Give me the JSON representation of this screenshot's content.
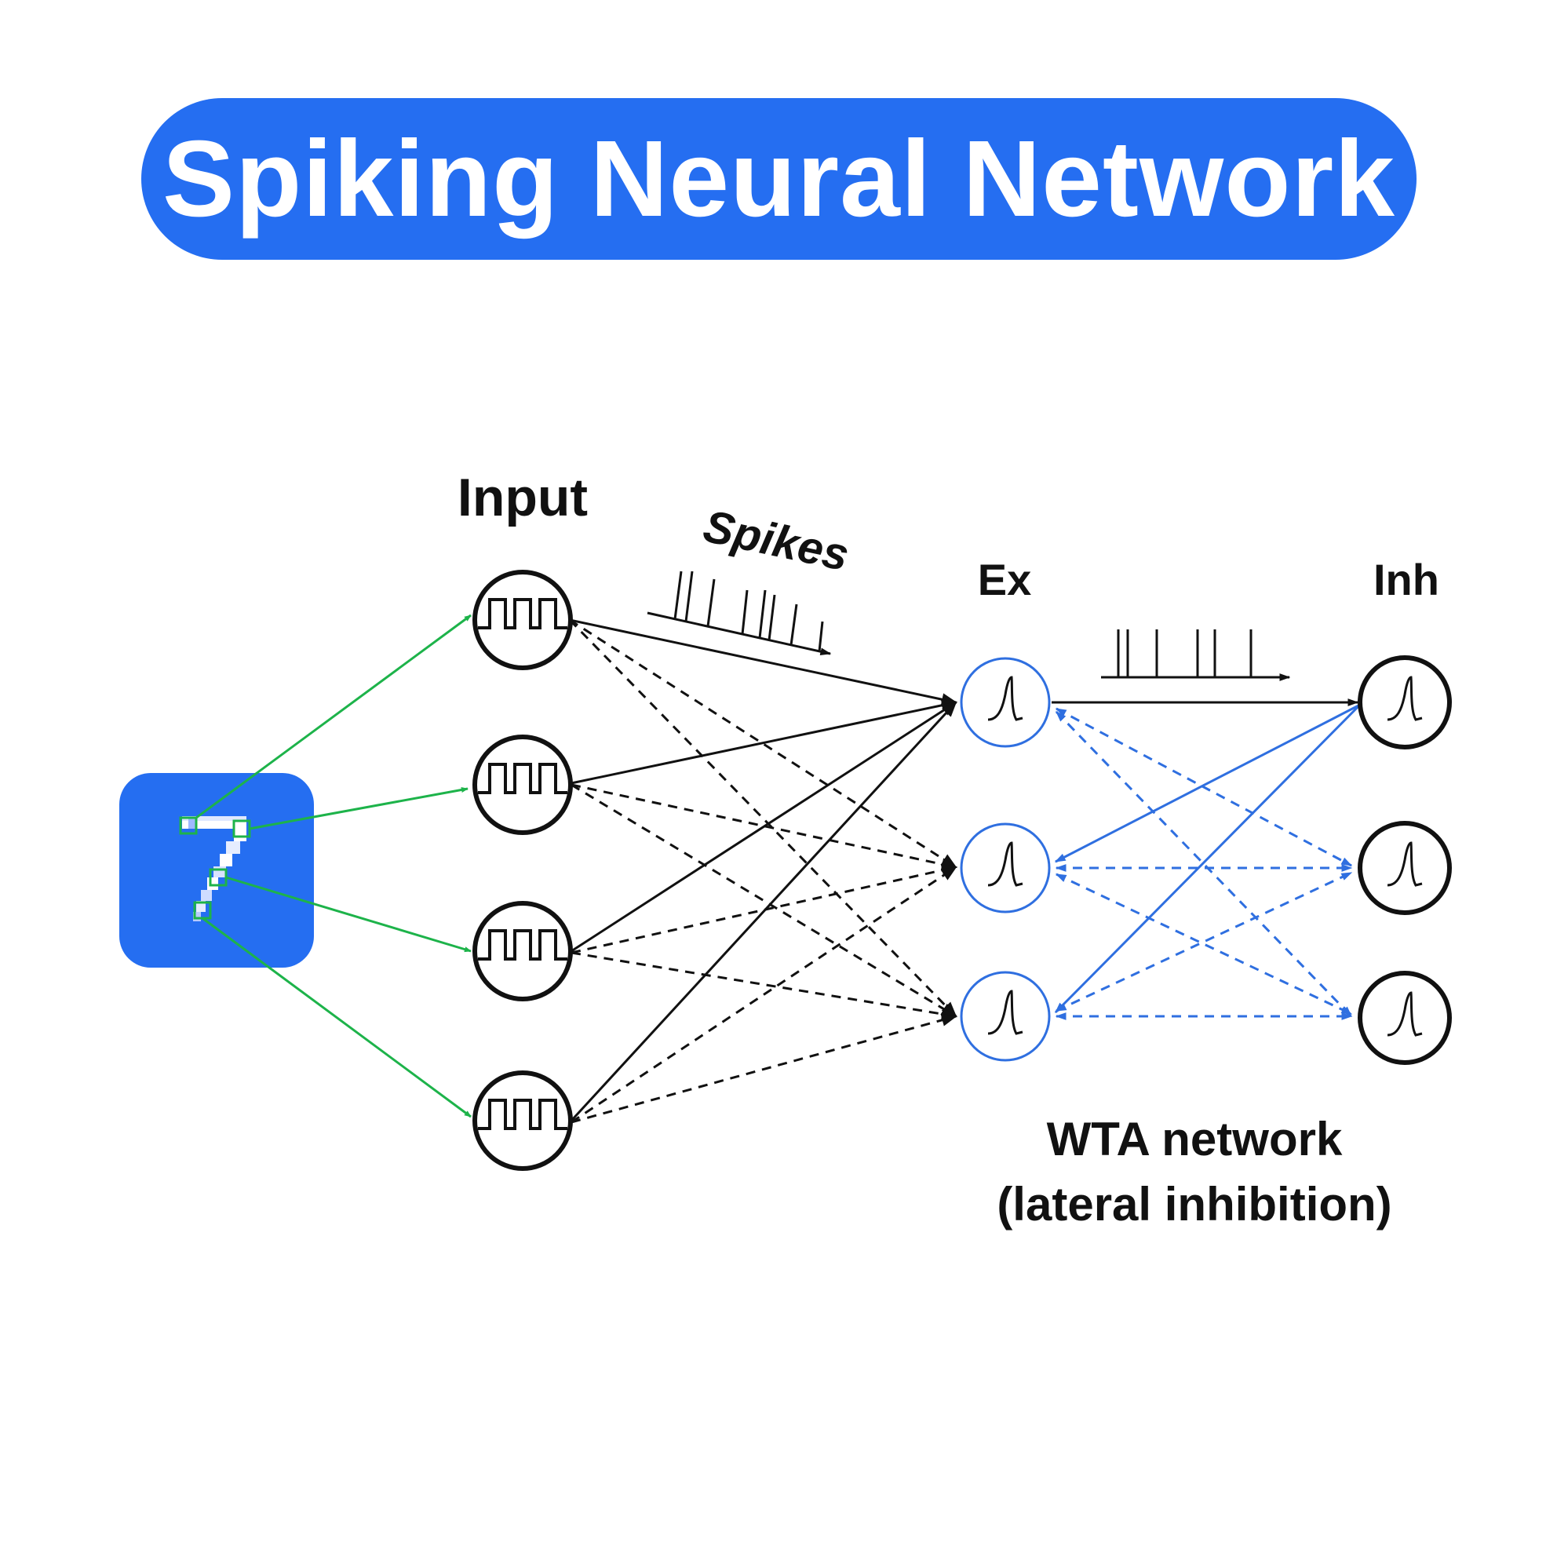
{
  "title": "Spiking Neural Network",
  "labels": {
    "input": "Input",
    "spikes": "Spikes",
    "ex": "Ex",
    "inh": "Inh",
    "wta_line1": "WTA network",
    "wta_line2": "(lateral inhibition)"
  },
  "digit": "7",
  "colors": {
    "accent_blue": "#256ef1",
    "green_connection": "#1db34a",
    "excitatory_stroke": "#2f6fe0",
    "black": "#111111"
  },
  "layers": {
    "input_neurons": 4,
    "excitatory_neurons": 3,
    "inhibitory_neurons": 3
  },
  "icons": {
    "input_neuron": "square-wave-icon",
    "ex_neuron": "spike-potential-icon",
    "inh_neuron": "spike-potential-icon",
    "digit_image": "mnist-seven-icon"
  }
}
